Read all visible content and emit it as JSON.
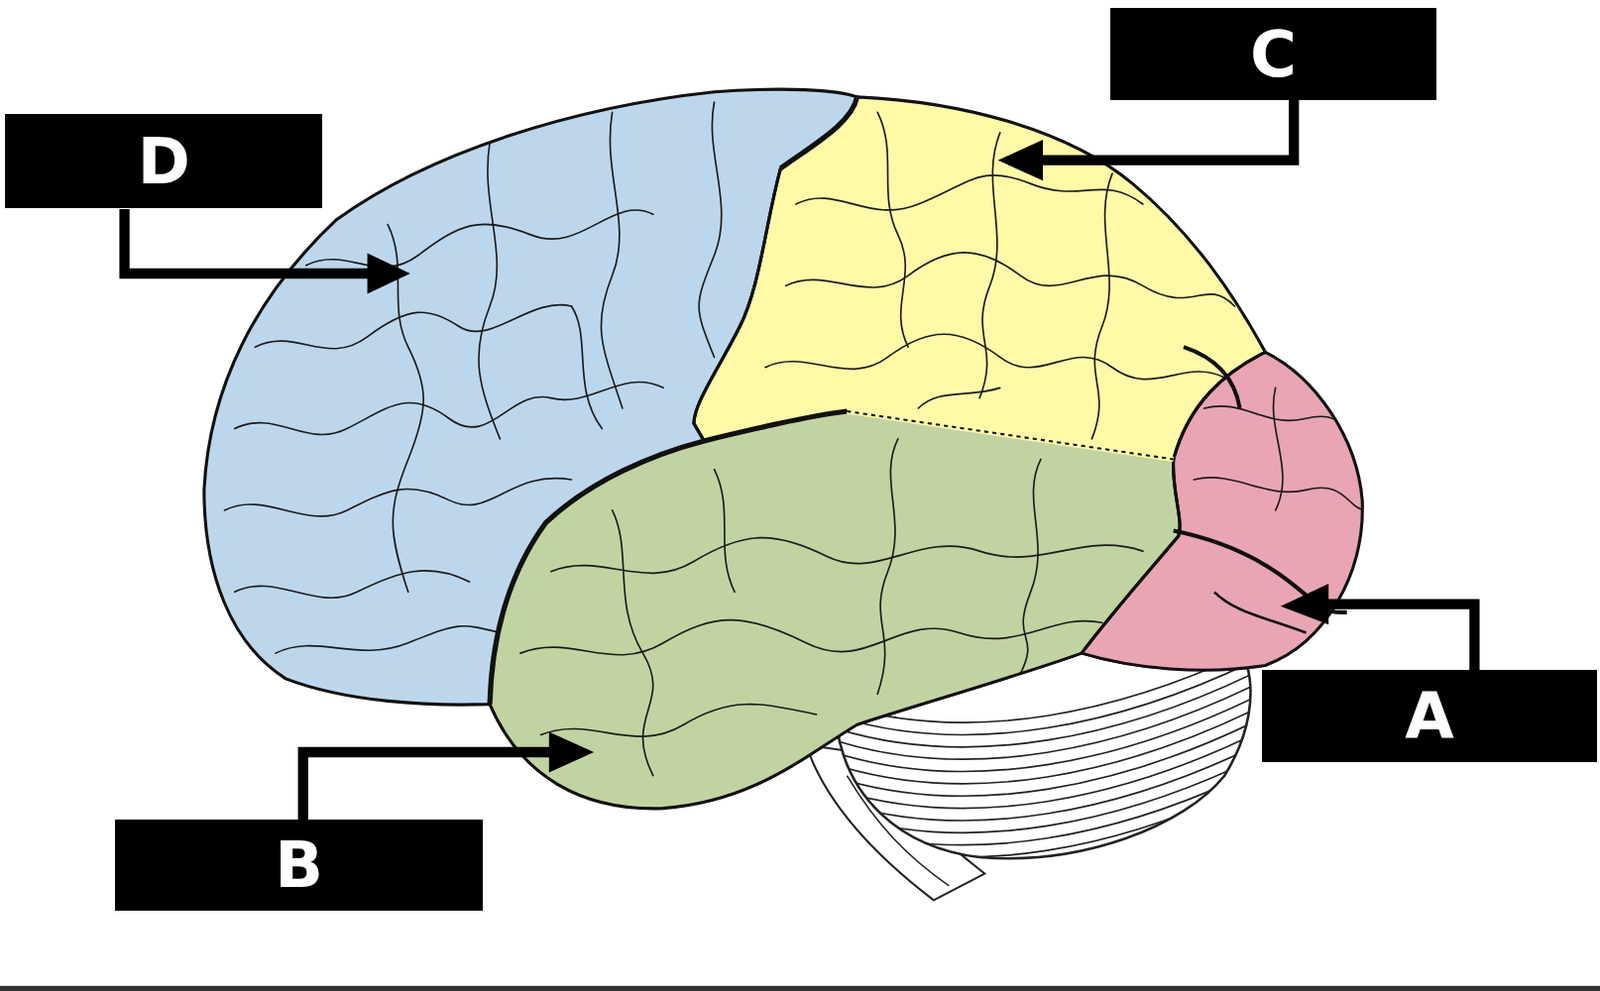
{
  "diagram": {
    "nodes": [
      {
        "text": [
          "C"
        ]
      },
      {
        "text": [
          "D"
        ]
      },
      {
        "text": [
          "A"
        ]
      },
      {
        "text": [
          "B"
        ]
      }
    ]
  }
}
